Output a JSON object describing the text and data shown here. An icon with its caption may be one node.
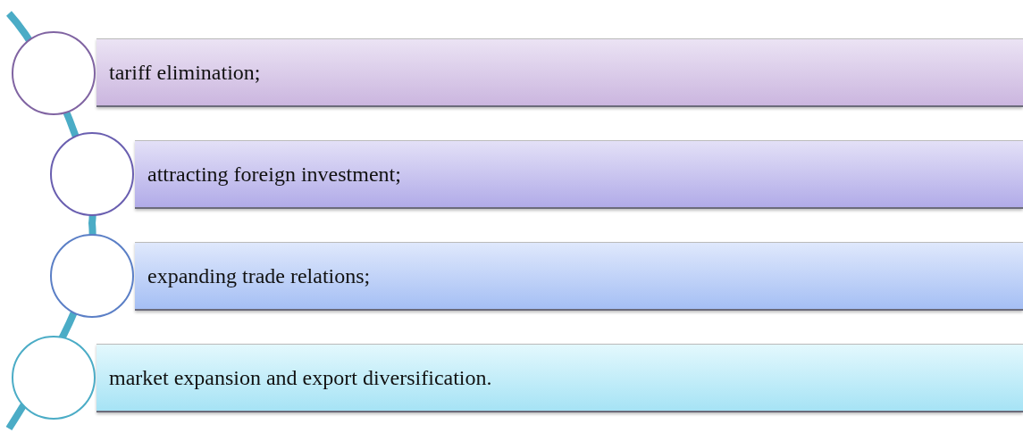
{
  "diagram": {
    "nodes": [
      {
        "text": [
          "tariff elimination;"
        ]
      },
      {
        "text": [
          "attracting foreign investment;"
        ]
      },
      {
        "text": [
          "expanding trade relations;"
        ]
      },
      {
        "text": [
          "market expansion and export diversification."
        ]
      },
      {
        "text": [],
        "shape": "circle"
      },
      {
        "text": [],
        "shape": "circle"
      },
      {
        "text": [],
        "shape": "circle"
      },
      {
        "text": [],
        "shape": "circle"
      }
    ]
  }
}
